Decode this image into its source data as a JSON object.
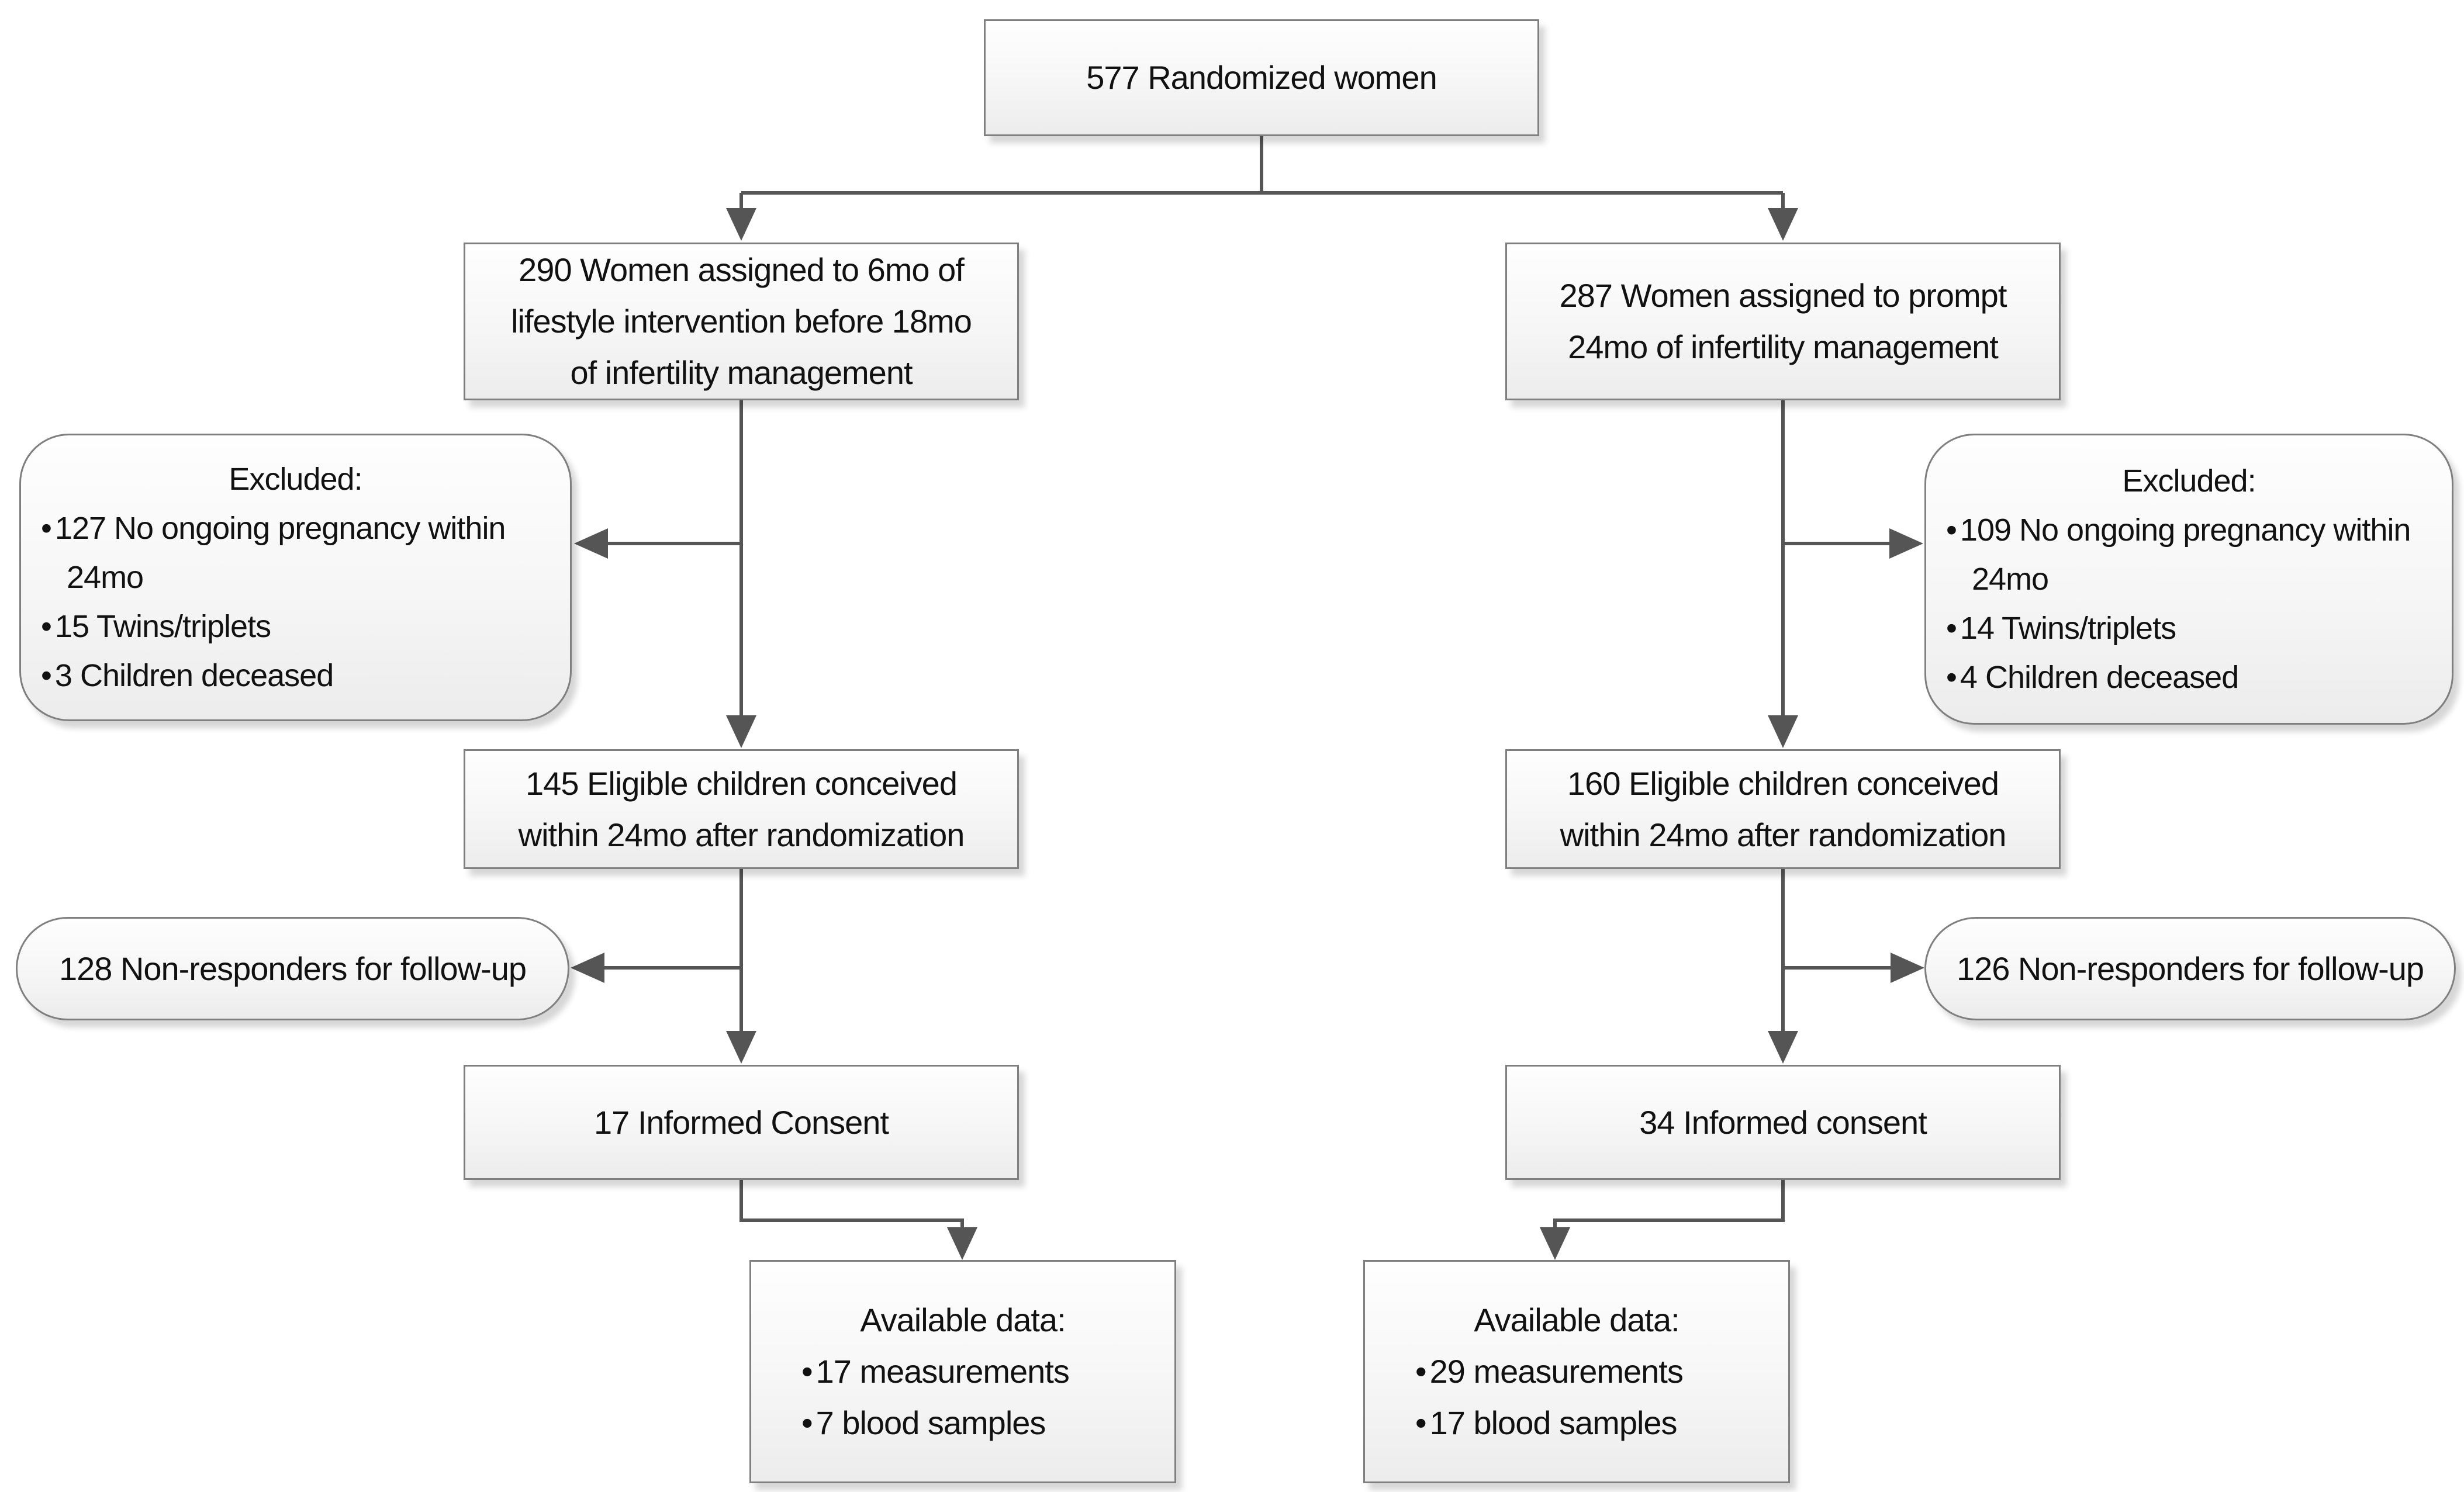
{
  "diagram": {
    "top": {
      "text": "577 Randomized women"
    },
    "left": {
      "assigned": {
        "lines": [
          "290 Women assigned to 6mo of",
          "lifestyle intervention before 18mo",
          "of infertility management"
        ]
      },
      "excluded": {
        "title": "Excluded:",
        "items": [
          "127 No ongoing pregnancy within 24mo",
          "15 Twins/triplets",
          "3 Children deceased"
        ]
      },
      "eligible": {
        "lines": [
          "145 Eligible children conceived",
          "within 24mo after randomization"
        ]
      },
      "nonresponders": {
        "text": "128 Non-responders for follow-up"
      },
      "consent": {
        "text": "17 Informed Consent"
      },
      "available": {
        "title": "Available data:",
        "items": [
          "17 measurements",
          "7 blood samples"
        ]
      }
    },
    "right": {
      "assigned": {
        "lines": [
          "287 Women assigned to prompt",
          "24mo of infertility management"
        ]
      },
      "excluded": {
        "title": "Excluded:",
        "items": [
          "109 No ongoing pregnancy within 24mo",
          "14 Twins/triplets",
          "4 Children deceased"
        ]
      },
      "eligible": {
        "lines": [
          "160 Eligible children conceived",
          "within 24mo after randomization"
        ]
      },
      "nonresponders": {
        "text": "126 Non-responders for follow-up"
      },
      "consent": {
        "text": "34 Informed consent"
      },
      "available": {
        "title": "Available data:",
        "items": [
          "29 measurements",
          "17 blood samples"
        ]
      }
    },
    "colors": {
      "connector": "#555555",
      "box_border": "#7f7f7f",
      "box_fill_top": "#fefefe",
      "box_fill_bottom": "#ececec",
      "text": "#111111"
    }
  }
}
